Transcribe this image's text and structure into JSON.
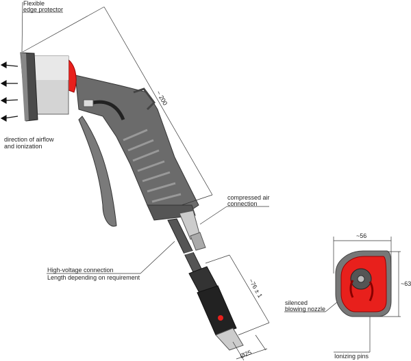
{
  "labels": {
    "edge_protector": [
      "Flexible",
      "edge protector"
    ],
    "airflow": [
      "direction of airflow",
      "and ionization"
    ],
    "compressed_air": [
      "compressed air",
      "connection"
    ],
    "high_voltage": [
      "High-voltage connection",
      "Length depending on requirement"
    ],
    "nozzle": [
      "silenced",
      "blowing nozzle"
    ],
    "ionizing_pins": "Ionizing pins"
  },
  "dimensions": {
    "length": "~ 200",
    "connector_length": "~76 ± 1",
    "connector_diameter": "Ø25",
    "nozzle_width": "~56",
    "nozzle_height": "~63"
  },
  "colors": {
    "accent": "#e8201c",
    "body": "#6b6b6b",
    "metal": "#c8c8c8"
  }
}
